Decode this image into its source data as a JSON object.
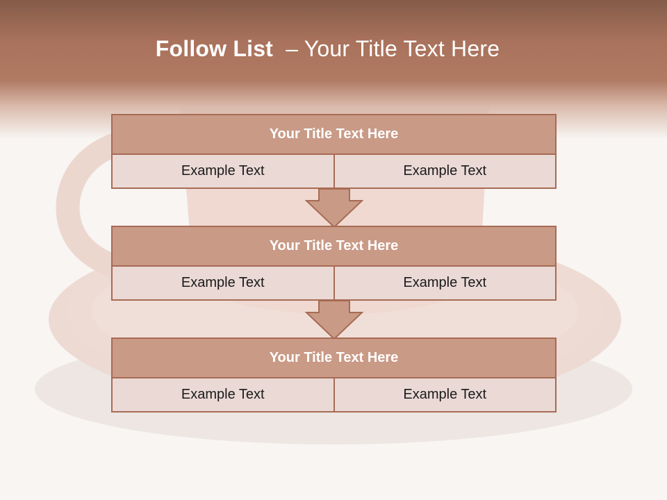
{
  "slide": {
    "title_bold": "Follow List",
    "title_rest": "  – Your Title Text Here"
  },
  "blocks": [
    {
      "title": "Your Title Text Here",
      "left": "Example Text",
      "right": "Example Text"
    },
    {
      "title": "Your Title Text Here",
      "left": "Example Text",
      "right": "Example Text"
    },
    {
      "title": "Your Title Text Here",
      "left": "Example Text",
      "right": "Example Text"
    }
  ],
  "colors": {
    "header_dark": "#845c49",
    "header_mid": "#b07a63",
    "block_title_fill": "#c99a86",
    "block_border": "#a76b55",
    "cell_fill": "#ead9d5",
    "arrow_fill": "#c99a86"
  },
  "icons": [
    "down-arrow-icon"
  ]
}
